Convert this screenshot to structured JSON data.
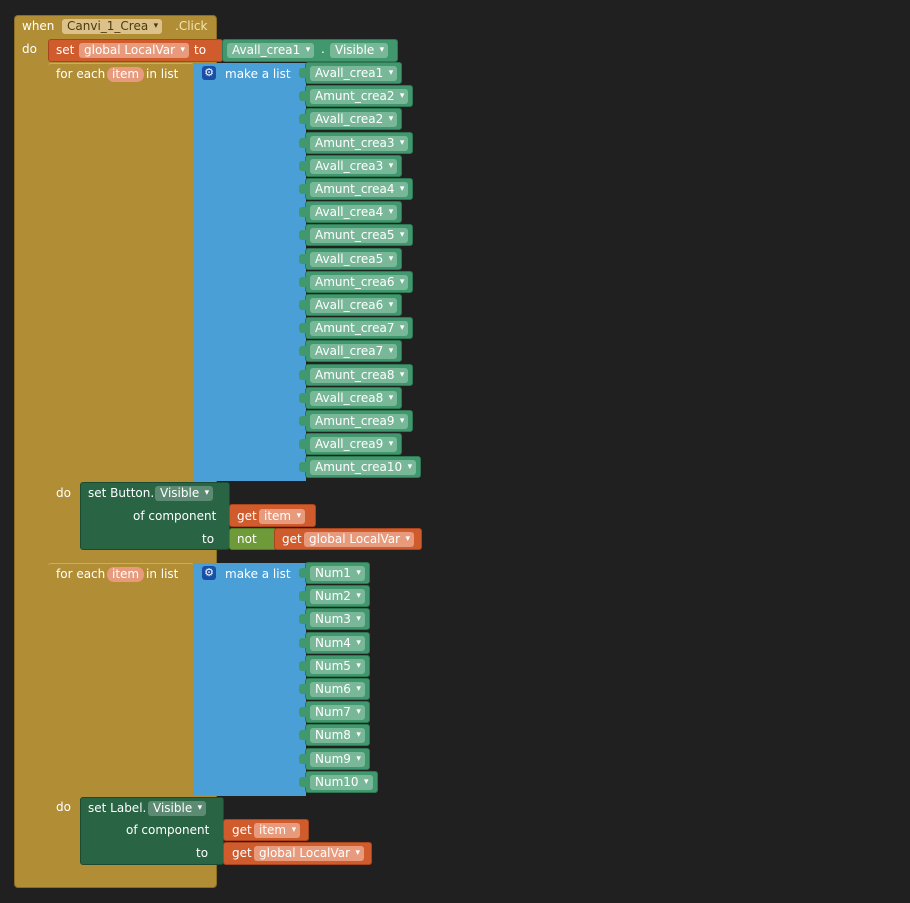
{
  "event": {
    "keyword_when": "when",
    "component": "Canvi_1_Crea",
    "event_name": ".Click",
    "keyword_do": "do"
  },
  "set_global": {
    "keyword_set": "set",
    "variable": "global LocalVar",
    "keyword_to": "to",
    "component": "Avall_crea1",
    "dot": ".",
    "property": "Visible"
  },
  "loop1": {
    "keyword_for_each": "for each",
    "item_var": "item",
    "keyword_in_list": "in list",
    "make_list": "make a list",
    "items": [
      "Avall_crea1",
      "Amunt_crea2",
      "Avall_crea2",
      "Amunt_crea3",
      "Avall_crea3",
      "Amunt_crea4",
      "Avall_crea4",
      "Amunt_crea5",
      "Avall_crea5",
      "Amunt_crea6",
      "Avall_crea6",
      "Amunt_crea7",
      "Avall_crea7",
      "Amunt_crea8",
      "Avall_crea8",
      "Amunt_crea9",
      "Avall_crea9",
      "Amunt_crea10"
    ],
    "keyword_do": "do",
    "body": {
      "set_label": "set Button.",
      "property": "Visible",
      "of_component": "of component",
      "get": "get",
      "get_var": "item",
      "to": "to",
      "not": "not",
      "get2": "get",
      "get2_var": "global LocalVar"
    }
  },
  "loop2": {
    "keyword_for_each": "for each",
    "item_var": "item",
    "keyword_in_list": "in list",
    "make_list": "make a list",
    "items": [
      "Num1",
      "Num2",
      "Num3",
      "Num4",
      "Num5",
      "Num6",
      "Num7",
      "Num8",
      "Num9",
      "Num10"
    ],
    "keyword_do": "do",
    "body": {
      "set_label": "set Label.",
      "property": "Visible",
      "of_component": "of component",
      "get": "get",
      "get_var": "item",
      "to": "to",
      "get2": "get",
      "get2_var": "global LocalVar"
    }
  },
  "icons": {
    "mutator": "gear-icon",
    "dropdown": "chevron-down-icon"
  },
  "colors": {
    "background": "#202020",
    "event": "#b18e35",
    "list": "#4a9fd6",
    "variable": "#d05c2d",
    "component": "#42986e",
    "setter": "#296445",
    "logic": "#6e9a3a"
  }
}
